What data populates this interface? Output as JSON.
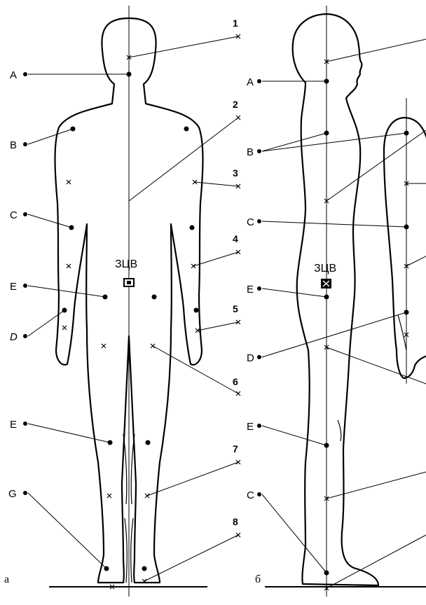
{
  "figure_a": {
    "panel_label": "а",
    "cg_label": "ЗЦВ",
    "joint_labels": {
      "A": "A",
      "B": "B",
      "C": "C",
      "E1": "E",
      "D": "D",
      "E2": "E",
      "G": "G"
    },
    "segment_numbers": [
      "1",
      "2",
      "3",
      "4",
      "5",
      "6",
      "7",
      "8"
    ]
  },
  "figure_b": {
    "panel_label": "б",
    "cg_label": "ЗЦВ",
    "joint_labels": {
      "A": "A",
      "B": "B",
      "C": "C",
      "E1": "E",
      "D": "D",
      "E2": "E",
      "C2": "C"
    }
  }
}
